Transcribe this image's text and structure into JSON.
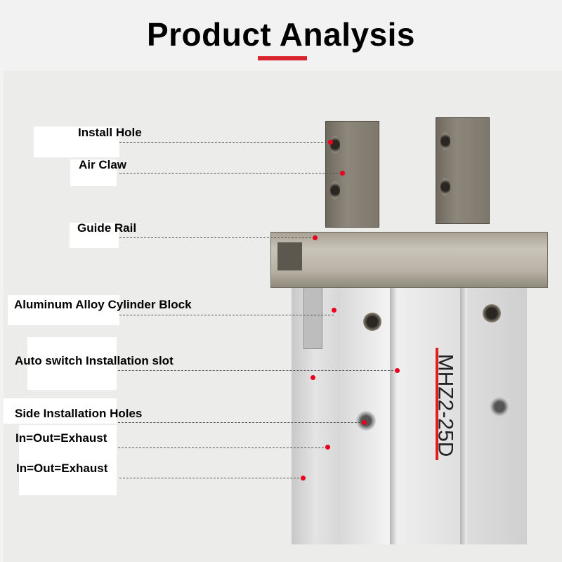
{
  "header": {
    "title": "Product Analysis",
    "accent_color": "#d9232e"
  },
  "product": {
    "model_marking": "MHZ2-25D"
  },
  "callouts": [
    {
      "label": "Install Hole"
    },
    {
      "label": "Air Claw"
    },
    {
      "label": "Guide Rail"
    },
    {
      "label": "Aluminum Alloy Cylinder Block"
    },
    {
      "label": "Auto switch Installation slot"
    },
    {
      "label": "Side Installation Holes"
    },
    {
      "label": "In=Out=Exhaust"
    },
    {
      "label": "In=Out=Exhaust"
    }
  ],
  "marker_color": "#e8001c"
}
